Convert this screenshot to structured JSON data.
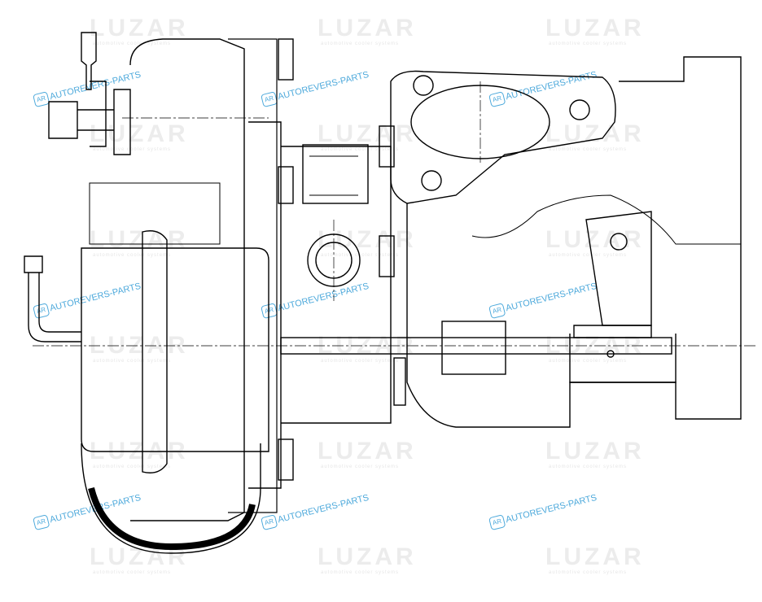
{
  "figure": {
    "title": "Turbocharger technical drawing",
    "subject": "turbocharger-side-view"
  },
  "watermarks": {
    "brand": "LUZAR",
    "brand_sub": "automotive cooler systems",
    "partner": "AUTOREVERS-PARTS",
    "partner_logo": "AR"
  },
  "colors": {
    "line": "#000000",
    "watermark_brand": "#ececec",
    "watermark_partner": "#3aa0d8"
  }
}
